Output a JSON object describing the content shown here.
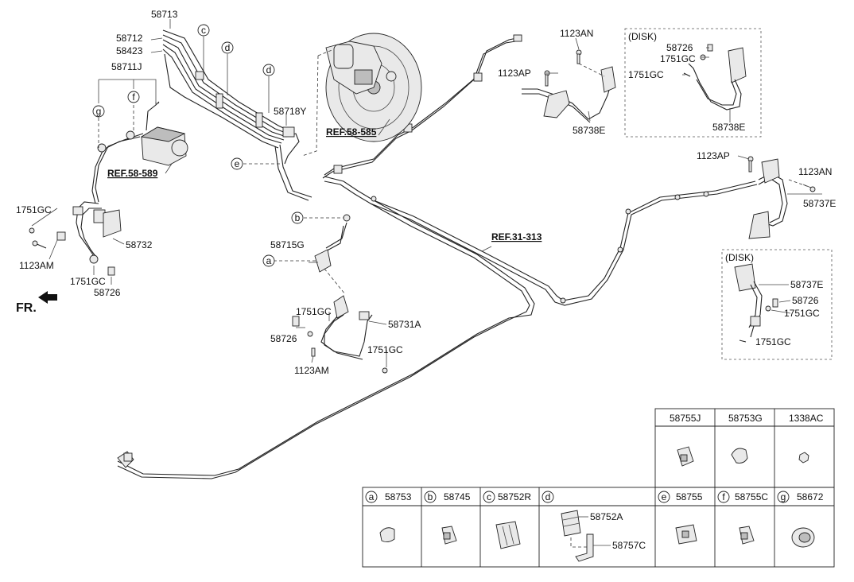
{
  "labels": {
    "p58713": "58713",
    "p58712": "58712",
    "p58423": "58423",
    "p58711J": "58711J",
    "p58718Y": "58718Y",
    "p1751GC_a": "1751GC",
    "p1123AM_a": "1123AM",
    "p58732": "58732",
    "p1751GC_b": "1751GC",
    "p58726_a": "58726",
    "p58715G": "58715G",
    "p1751GC_c": "1751GC",
    "p58731A": "58731A",
    "p58726_b": "58726",
    "p1751GC_d": "1751GC",
    "p1123AM_b": "1123AM",
    "p1123AN_a": "1123AN",
    "p1123AP_a": "1123AP",
    "p58738E_a": "58738E",
    "p1123AP_b": "1123AP",
    "p1123AN_b": "1123AN",
    "p58737E_a": "58737E",
    "fr": "FR."
  },
  "refs": {
    "ref1": "REF.58-585",
    "ref2": "REF.58-589",
    "ref3": "REF.31-313"
  },
  "callouts": {
    "c1": "c",
    "d1": "d",
    "d2": "d",
    "g1": "g",
    "f1": "f",
    "e1": "e",
    "b1": "b",
    "a1": "a"
  },
  "disk_front": {
    "title": "(DISK)",
    "l58726": "58726",
    "l1751GC_1": "1751GC",
    "l1751GC_2": "1751GC",
    "l58738E": "58738E"
  },
  "disk_rear": {
    "title": "(DISK)",
    "l58737E": "58737E",
    "l58726": "58726",
    "l1751GC_1": "1751GC",
    "l1751GC_2": "1751GC"
  },
  "parts_table": {
    "top_row": [
      "58755J",
      "58753G",
      "1338AC"
    ],
    "bottom_row": [
      {
        "letter": "a",
        "part": "58753"
      },
      {
        "letter": "b",
        "part": "58745"
      },
      {
        "letter": "c",
        "part": "58752R"
      },
      {
        "letter": "d",
        "part": ""
      },
      {
        "letter": "e",
        "part": "58755"
      },
      {
        "letter": "f",
        "part": "58755C"
      },
      {
        "letter": "g",
        "part": "58672"
      }
    ],
    "d_sub": [
      "58752A",
      "58757C"
    ]
  }
}
